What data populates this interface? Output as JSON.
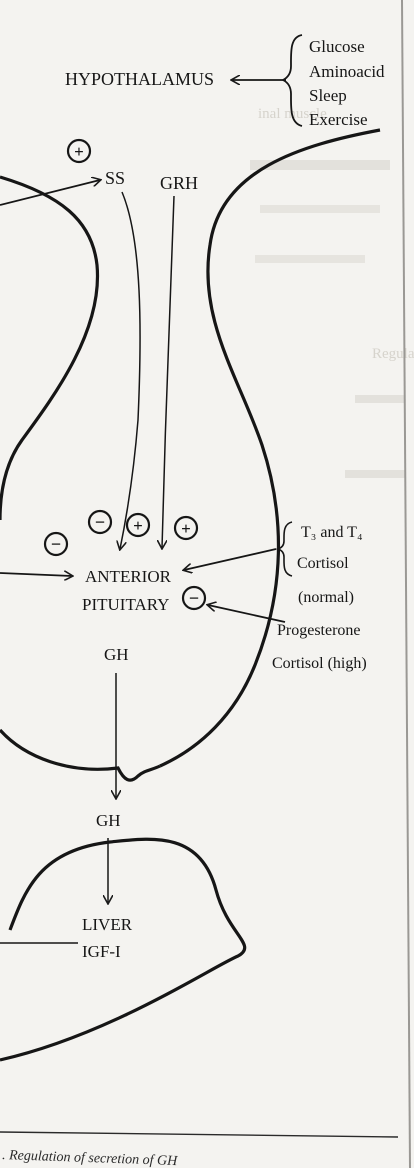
{
  "hypothalamus": {
    "label": "HYPOTHALAMUS",
    "stimuli": [
      "Glucose",
      "Aminoacid",
      "Sleep",
      "Exercise"
    ]
  },
  "hormones": {
    "ss": "SS",
    "grh": "GRH",
    "gh_pituitary": "GH",
    "gh_blood": "GH"
  },
  "pituitary": {
    "line1": "ANTERIOR",
    "line2": "PITUITARY"
  },
  "feedback": {
    "stimulatory_line1": "T₃ and T₄",
    "stimulatory_line2": "Cortisol",
    "stimulatory_line3": "(normal)",
    "inhibitory_line1": "Progesterone",
    "inhibitory_line2": "Cortisol (high)"
  },
  "liver": {
    "line1": "LIVER",
    "line2": "IGF-I"
  },
  "signs": {
    "plus": "+",
    "minus": "−"
  },
  "bleed_through": {
    "line1": "inal muscle",
    "line2": "Regulation"
  },
  "caption": ". Regulation of secretion of GH"
}
